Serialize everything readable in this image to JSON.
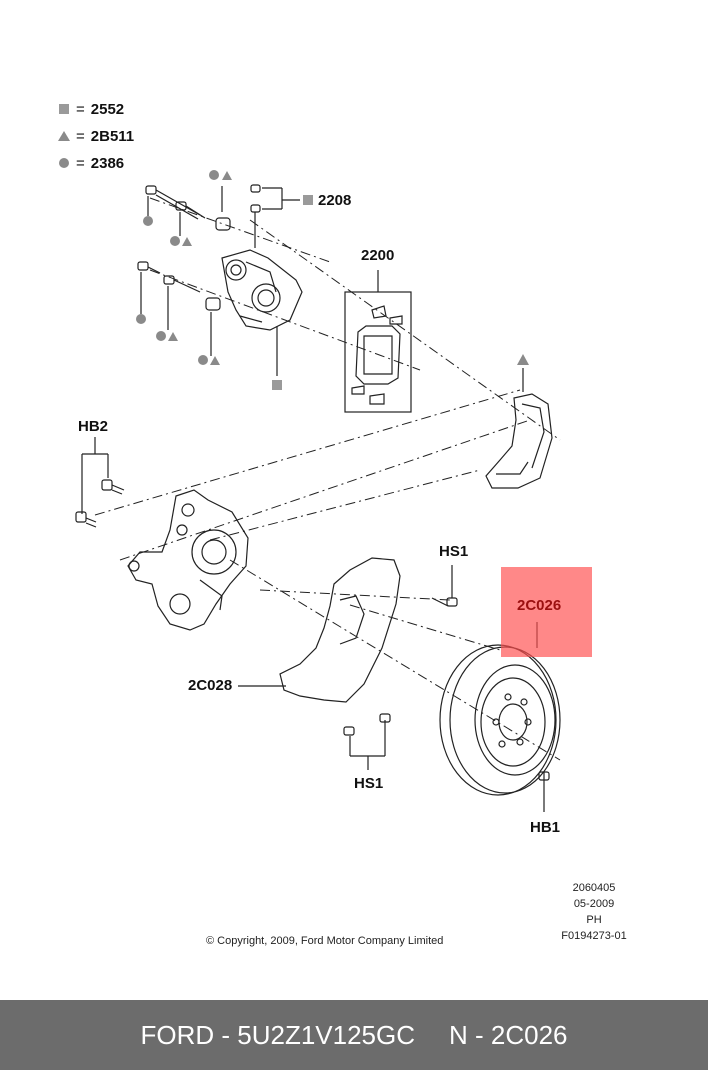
{
  "legend": [
    {
      "symbol": "square-icon",
      "code": "2552"
    },
    {
      "symbol": "triangle-icon",
      "code": "2B511"
    },
    {
      "symbol": "circle-icon",
      "code": "2386"
    }
  ],
  "legend_equals": "=",
  "callouts": {
    "c2208": "2208",
    "c2200": "2200",
    "hb2": "HB2",
    "hs1_top": "HS1",
    "c2c026": "2C026",
    "c2c028": "2C028",
    "hs1_bottom": "HS1",
    "hb1": "HB1"
  },
  "meta": {
    "line1": "2060405",
    "line2": "05-2009",
    "line3": "PH",
    "line4": "F0194273-01"
  },
  "copyright": "© Copyright, 2009, Ford Motor Company Limited",
  "footer": {
    "left": "FORD - 5U2Z1V125GC",
    "right": "N - 2C026"
  },
  "colors": {
    "highlight": "#ff5050",
    "footer_bg": "#6c6c6c",
    "line": "#222222"
  }
}
